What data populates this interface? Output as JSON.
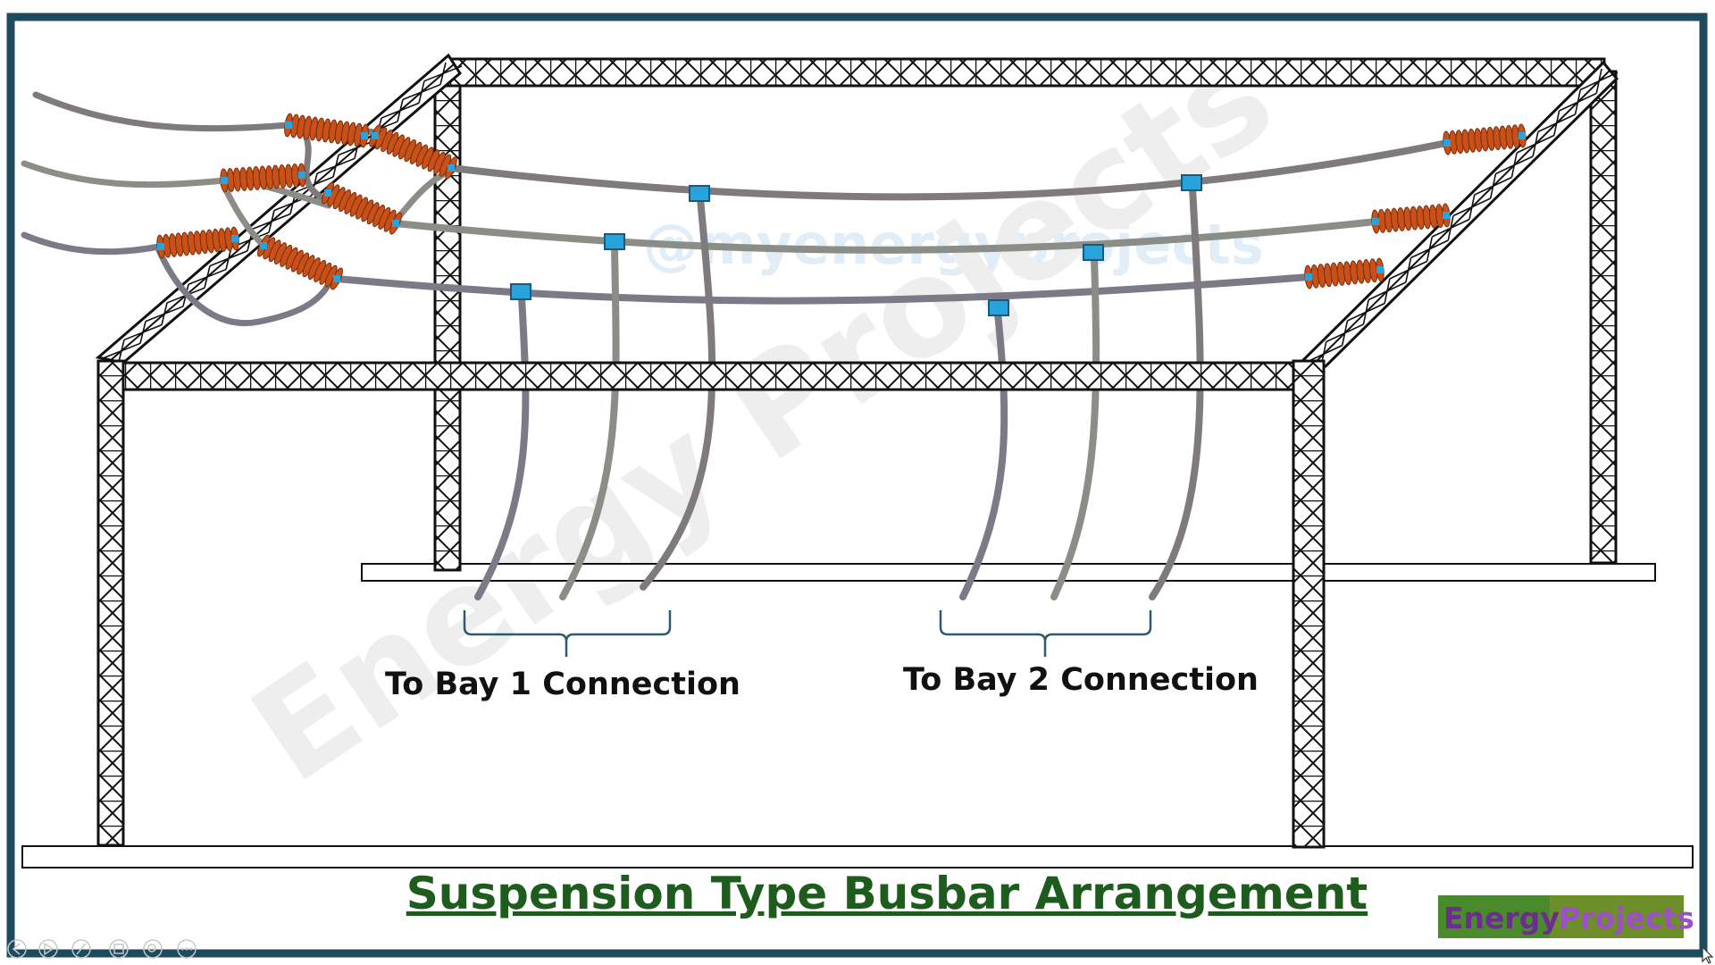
{
  "title": "Suspension Type Busbar Arrangement",
  "labels": {
    "bay1": "To Bay 1 Connection",
    "bay2": "To Bay 2 Connection"
  },
  "watermarks": {
    "handle": "@myenergyprojects",
    "brand_large": "Energy Projects"
  },
  "logo": {
    "word1": "Energy",
    "word2": "Projects"
  },
  "colors": {
    "frame_border": "#1d4a5c",
    "conductor_1": "#7e7a7e",
    "conductor_2": "#8b8d87",
    "conductor_3": "#7b7a86",
    "insulator": "#c8511a",
    "clamp": "#29a3dc",
    "bracket": "#2b5c6e",
    "title": "#1e5c1e"
  },
  "icons": [
    "slide-prev-icon",
    "slide-play-icon",
    "slide-pen-icon",
    "slide-grid-icon",
    "slide-zoom-icon",
    "slide-more-icon",
    "cursor-icon"
  ]
}
